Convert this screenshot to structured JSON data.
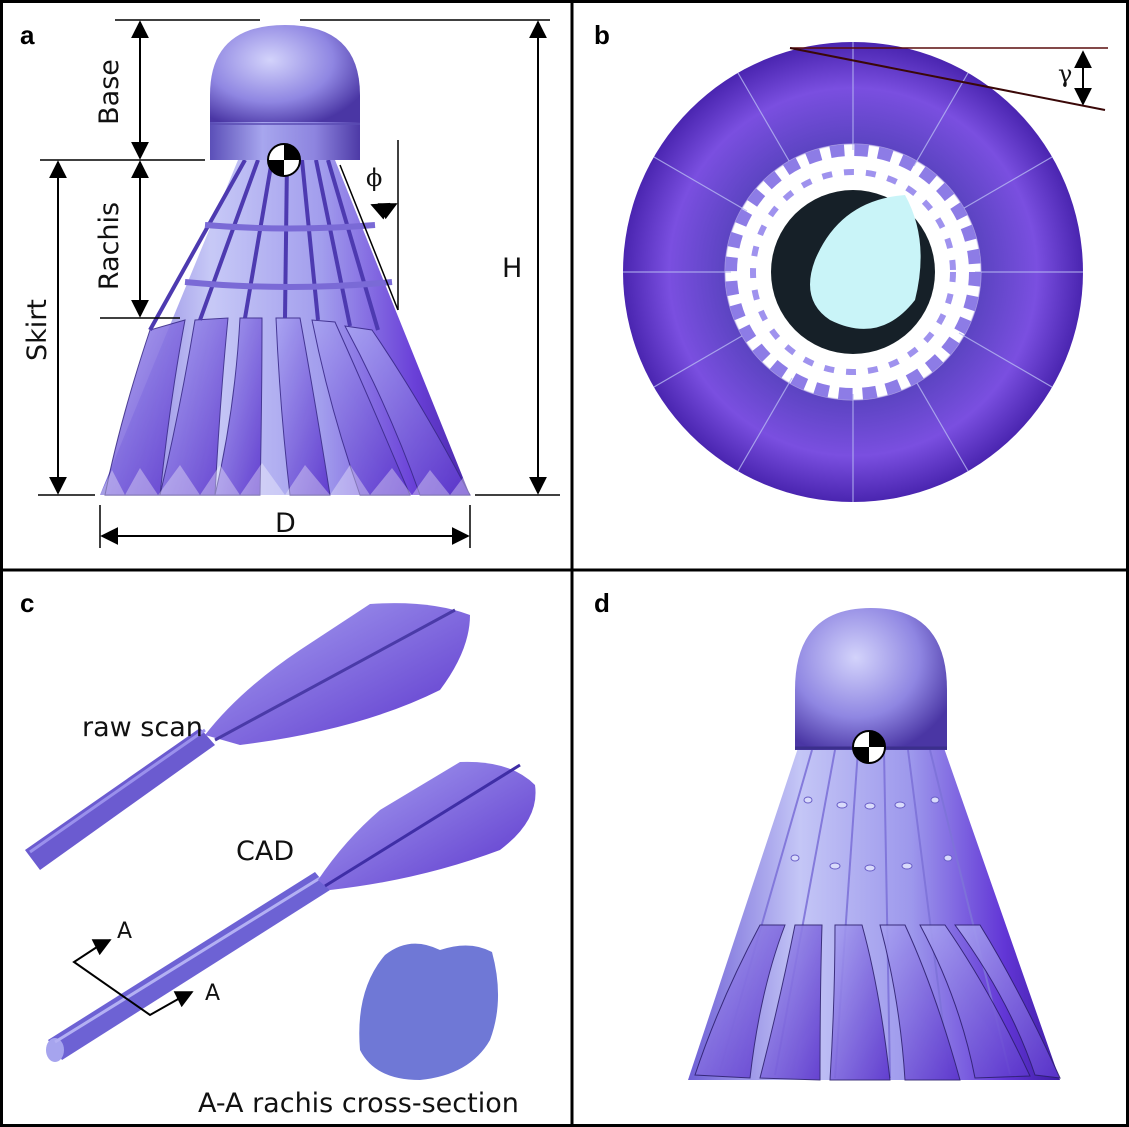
{
  "panels": {
    "a": {
      "letter": "a",
      "labels": {
        "base": "Base",
        "rachis": "Rachis",
        "skirt": "Skirt",
        "phi": "ϕ",
        "height": "H",
        "diameter": "D"
      }
    },
    "b": {
      "letter": "b",
      "labels": {
        "gamma": "γ"
      }
    },
    "c": {
      "letter": "c",
      "labels": {
        "raw_scan": "raw scan",
        "cad": "CAD",
        "section_a1": "A",
        "section_a2": "A",
        "cross_section": "A-A rachis cross-section"
      }
    },
    "d": {
      "letter": "d"
    }
  },
  "colors": {
    "feather_light": "#b7b9f2",
    "feather_mid": "#8678e8",
    "feather_dark": "#5a2fd0",
    "feather_deep": "#3c1aa0",
    "cork": "#8c87d6",
    "inner_light": "#c9f4f8",
    "cross_section": "#6f78d6"
  }
}
